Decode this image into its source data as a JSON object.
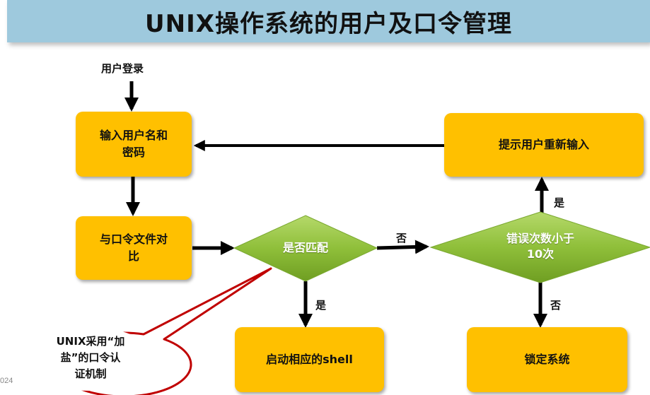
{
  "title": "UNIX操作系统的用户及口令管理",
  "flow": {
    "start_label": "用户登录",
    "input_box": {
      "line1": "输入用户名和",
      "line2": "密码"
    },
    "compare_box": {
      "line1": "与口令文件对",
      "line2": "比"
    },
    "match_decision": "是否匹配",
    "error_decision": {
      "line1": "错误次数小于",
      "line2": "10次"
    },
    "prompt_box": "提示用户重新输入",
    "shell_box": "启动相应的shell",
    "lock_box": "锁定系统",
    "yes_label": "是",
    "no_label": "否"
  },
  "callout": {
    "line1": "UNIX采用“加",
    "line2": "盐”的口令认",
    "line3": "证机制"
  },
  "footer_fragment": "024",
  "colors": {
    "title_bar": "#9ec9dd",
    "process_box": "#ffc000",
    "decision_fill": "#8fbf3a",
    "callout_border": "#c00000",
    "arrow": "#000000"
  }
}
